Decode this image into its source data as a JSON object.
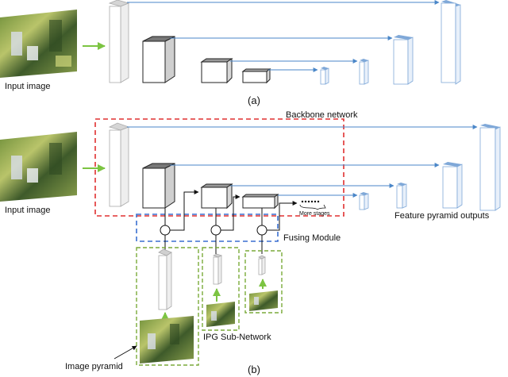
{
  "panel_a": {
    "input_label": "Input image",
    "caption": "(a)"
  },
  "panel_b": {
    "input_label": "Input image",
    "caption": "(b)",
    "backbone_label": "Backbone network",
    "fusing_label": "Fusing Module",
    "more_stages_label": "More stages",
    "outputs_label": "Feature pyramid outputs",
    "ipg_label": "IPG Sub-Network",
    "pyramid_label": "Image pyramid"
  },
  "colors": {
    "backbone_box": "#e03030",
    "fusing_box": "#3a6fd0",
    "ipg_box": "#7aaa3a",
    "arrow_green": "#7cc442",
    "arrow_blue": "#4a86c8",
    "decoder_outline": "#7fa8d8",
    "encoder_outline": "#aaaaaa"
  }
}
